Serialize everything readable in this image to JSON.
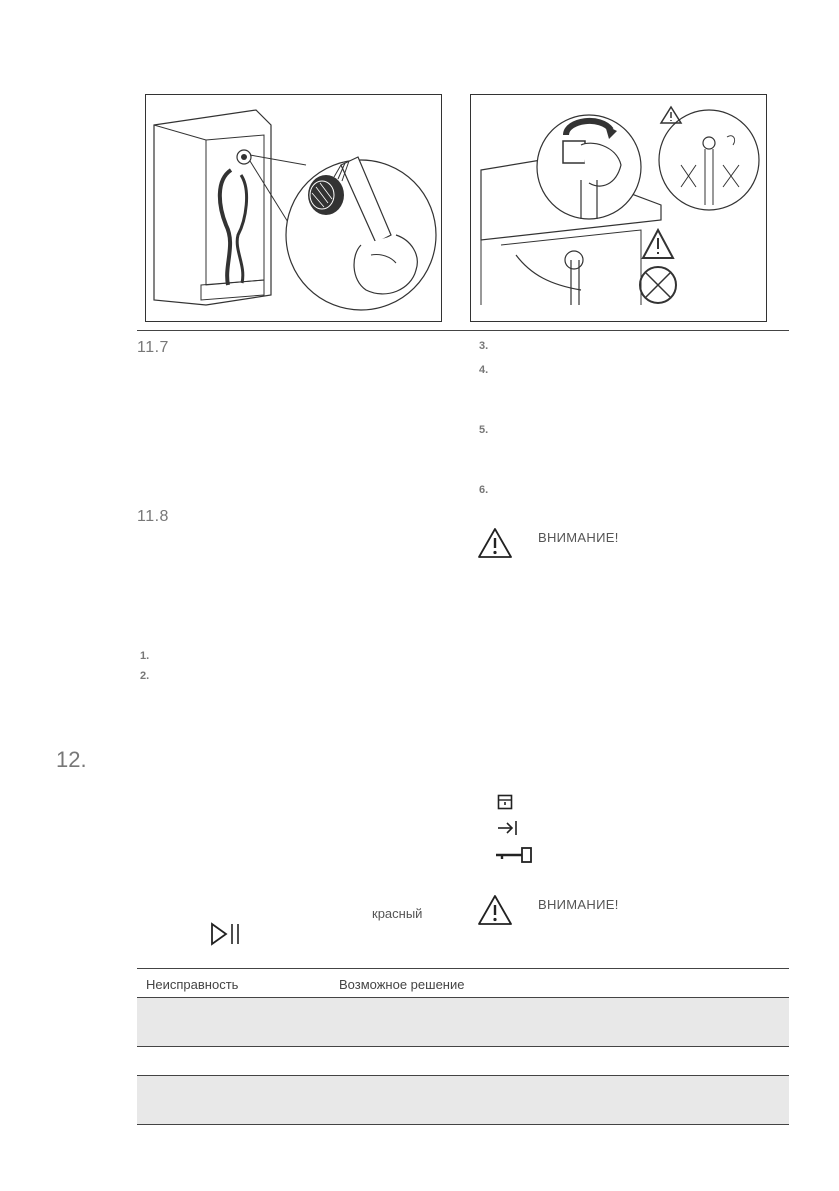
{
  "sections": {
    "s11_7": "11.7",
    "s11_8": "11.8",
    "s12": "12."
  },
  "left_steps": [
    "1.",
    "2."
  ],
  "right_steps": [
    "3.",
    "4.",
    "5.",
    "6."
  ],
  "warnings": {
    "first": "ВНИМАНИЕ!",
    "second": "ВНИМАНИЕ!"
  },
  "inline_text": {
    "red_word": "красный"
  },
  "icons": {
    "door": "door-icon",
    "arrow_bar": "arrow-to-bar-icon",
    "key": "key-icon",
    "play_pause": "play-pause-icon",
    "warning": "warning-triangle-icon"
  },
  "table": {
    "headers": [
      "Неисправность",
      "Возможное решение"
    ]
  },
  "colors": {
    "line": "#444444",
    "muted_text": "#777777",
    "row_shade": "#e8e8e8"
  }
}
